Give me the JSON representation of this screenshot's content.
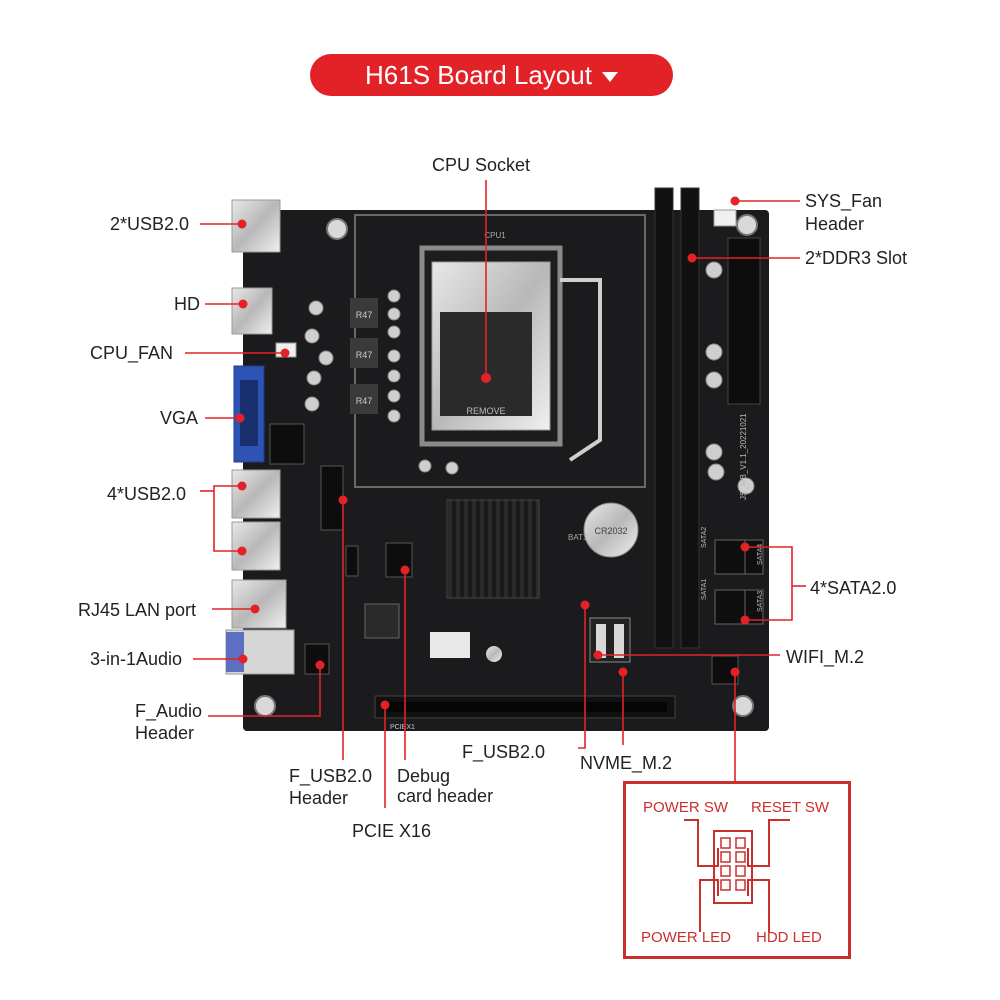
{
  "title": "H61S  Board Layout",
  "labels": {
    "cpu_socket": "CPU Socket",
    "sys_fan": "SYS_Fan",
    "sys_fan_2": "Header",
    "ddr3": "2*DDR3 Slot",
    "usb_top": "2*USB2.0",
    "hd": "HD",
    "cpu_fan": "CPU_FAN",
    "vga": "VGA",
    "usb_4": "4*USB2.0",
    "sata": "4*SATA2.0",
    "rj45": "RJ45 LAN port",
    "wifi": "WIFI_M.2",
    "audio": "3-in-1Audio",
    "f_audio": "F_Audio",
    "f_audio_2": "Header",
    "f_usb_right": "F_USB2.0",
    "nvme": "NVME_M.2",
    "f_usb_header": "F_USB2.0",
    "f_usb_header_2": "Header",
    "debug": "Debug",
    "debug_2": "card header",
    "pcie": "PCIE X16"
  },
  "panel": {
    "power_sw": "POWER SW",
    "reset_sw": "RESET SW",
    "power_led": "POWER LED",
    "hdd_led": "HDD  LED"
  },
  "board_text": {
    "remove": "REMOVE",
    "cpu1": "CPU1",
    "pciex1": "PCIEX1",
    "rev": "JS_MB_V1.1_20221021",
    "sata1": "SATA1",
    "sata2": "SATA2",
    "sata3": "SATA3",
    "sata4": "SATA4",
    "bat": "BAT1",
    "battery": "CR2032",
    "choke": "R47"
  },
  "colors": {
    "accent": "#e32227",
    "leader": "#c9302c",
    "board": "#1b1b1d",
    "vga_blue": "#2f52b5",
    "audio_blue": "#5c6fc1"
  }
}
